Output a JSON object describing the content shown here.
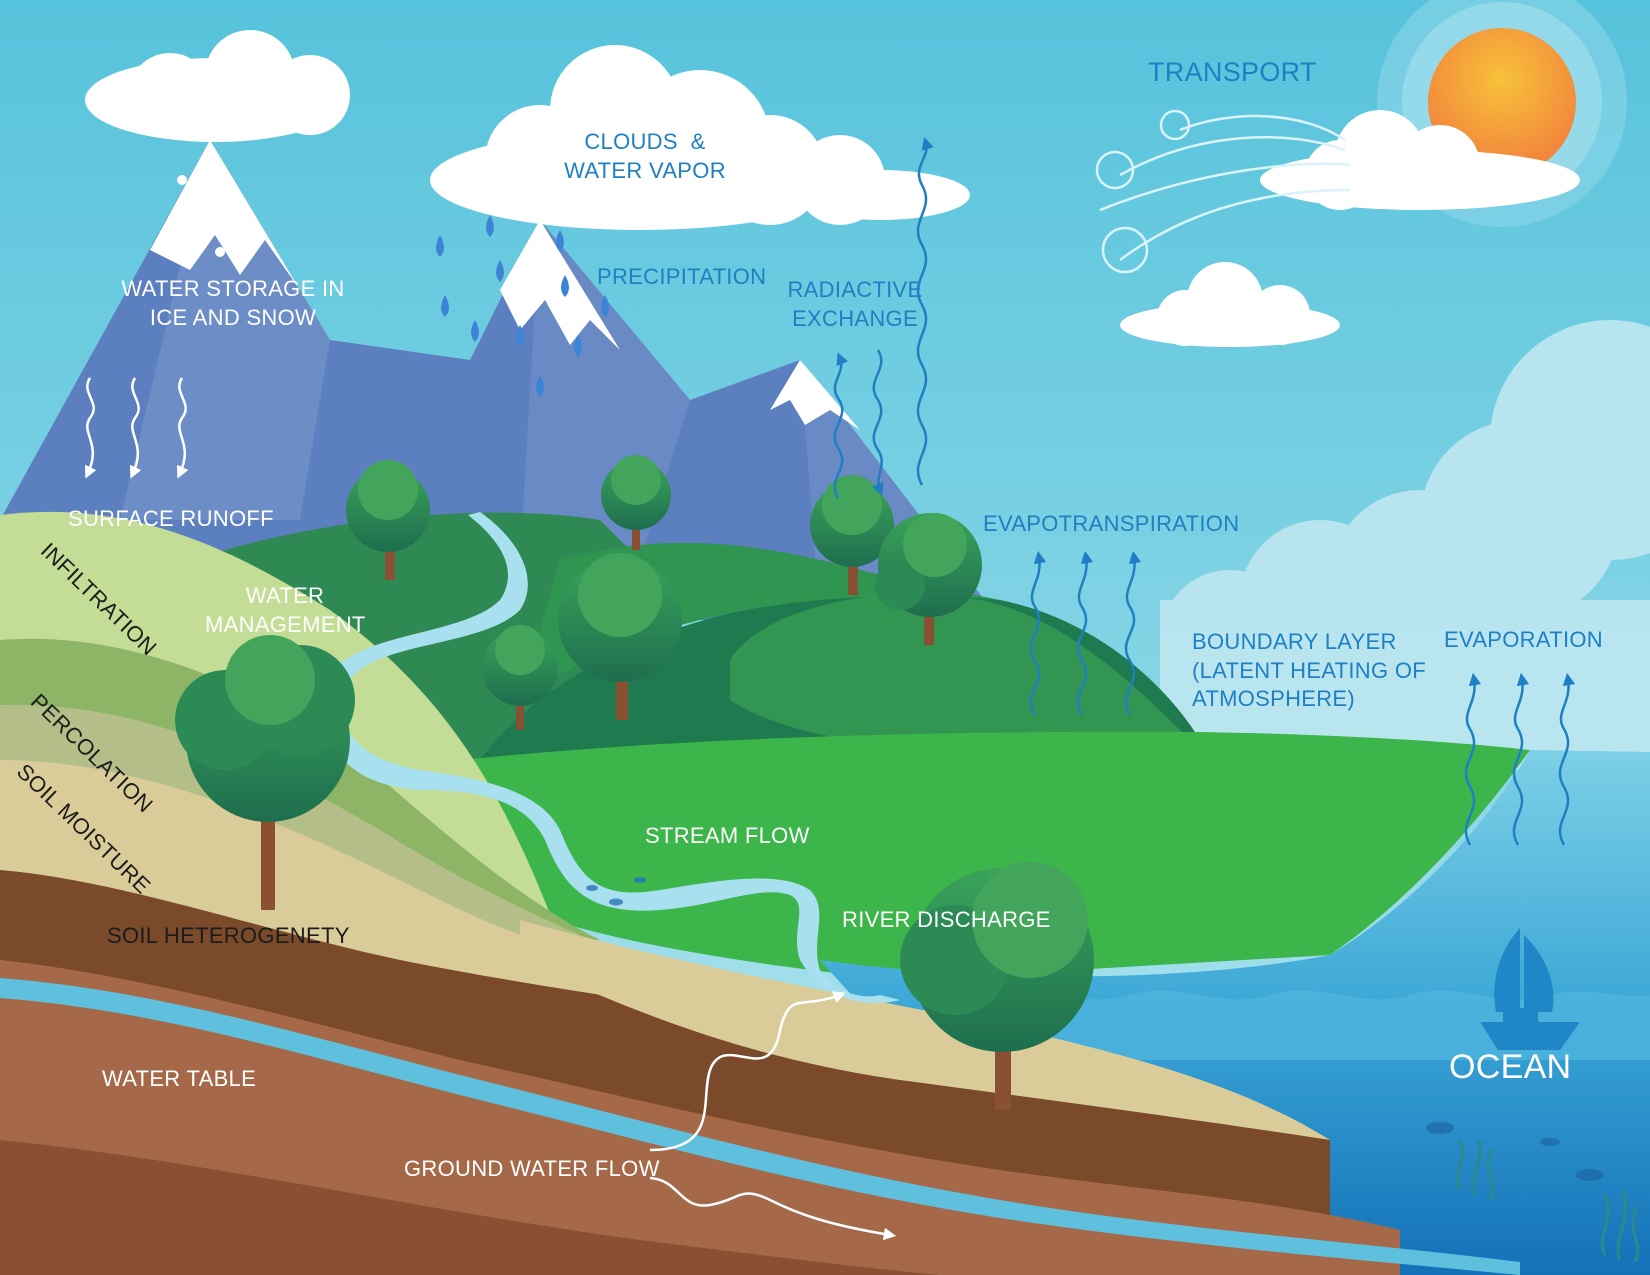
{
  "labels": {
    "water_storage": [
      "WATER STORAGE IN",
      "ICE AND SNOW"
    ],
    "surface_runoff": "SURFACE RUNOFF",
    "infiltration": "INFILTRATION",
    "water_management": [
      "WATER",
      "MANAGEMENT"
    ],
    "percolation": "PERCOLATION",
    "soil_moisture": "SOIL MOISTURE",
    "soil_heterogeneity": "SOIL HETEROGENETY",
    "water_table": "WATER TABLE",
    "ground_water_flow": "GROUND WATER FLOW",
    "clouds": [
      "CLOUDS  &",
      "WATER VAPOR"
    ],
    "precipitation": "PRECIPITATION",
    "radiative_exchange": [
      "RADIACTIVE",
      "EXCHANGE"
    ],
    "transport": "TRANSPORT",
    "evapotranspiration": "EVAPOTRANSPIRATION",
    "boundary_layer": [
      "BOUNDARY LAYER",
      "(LATENT HEATING OF",
      "ATMOSPHERE)"
    ],
    "evaporation": "EVAPORATION",
    "stream_flow": "STREAM FLOW",
    "river_discharge": "RIVER DISCHARGE",
    "ocean": "OCEAN"
  },
  "colors": {
    "sky": "#5ec6dc",
    "label_blue": "#1f7fc2",
    "mountain": "#5b7fbf",
    "grass": "#3cb54a",
    "dark_grass": "#1f7a50",
    "ocean": "#3aa6d6",
    "soil": "#7a4a2a",
    "sun": "#f39c34"
  }
}
